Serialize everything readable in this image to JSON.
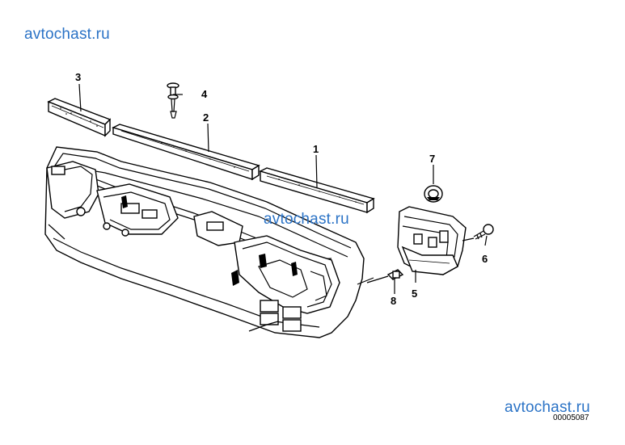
{
  "watermarks": {
    "top": "avtochast.ru",
    "middle": "avtochast.ru",
    "bottom": "avtochast.ru"
  },
  "document_number": "00005087",
  "callouts": [
    "1",
    "2",
    "3",
    "4",
    "5",
    "6",
    "7",
    "8"
  ]
}
